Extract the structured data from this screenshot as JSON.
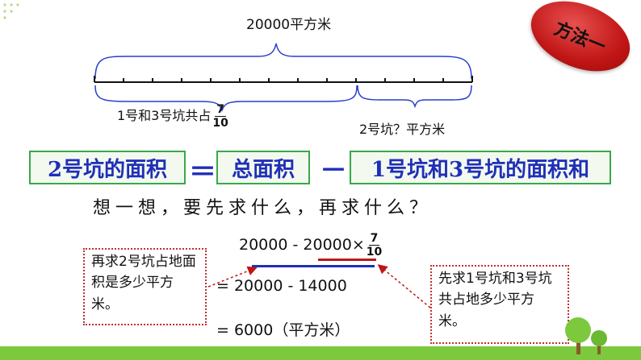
{
  "diagram": {
    "total_label": "20000平方米",
    "left_label": "1号和3号坑共占",
    "fraction": {
      "num": "7",
      "den": "10"
    },
    "right_label": "2号坑？平方米",
    "ticks": 14
  },
  "badge": {
    "label": "方法一"
  },
  "equation": {
    "box1": "2号坑的面积",
    "op1": "＝",
    "box2": "总面积",
    "op2": "－",
    "box3": "1号坑和3号坑的面积和"
  },
  "question": "想一想，要先求什么，再求什么？",
  "calc": {
    "line1_a": "20000 - ",
    "line1_b": "20000×",
    "fraction": {
      "num": "7",
      "den": "10"
    },
    "line2": "= 20000 - 14000",
    "line3": "= 6000（平方米）"
  },
  "notes": {
    "left": "再求2号坑占地面积是多少平方米。",
    "right": "先求1号坑和3号坑共占地多少平方米。"
  },
  "colors": {
    "blue": "#1f2fb8",
    "green": "#39a84a",
    "red": "#c01515",
    "ground": "#7cc93e"
  }
}
